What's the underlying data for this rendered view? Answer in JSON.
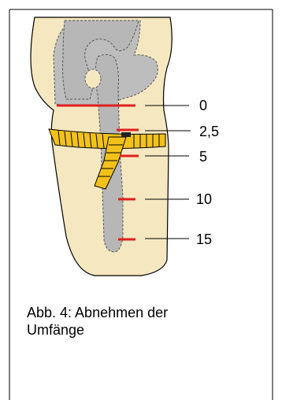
{
  "figure": {
    "measure_labels": [
      "0",
      "2,5",
      "5",
      "10",
      "15"
    ],
    "caption_line1": "Abb. 4: Abnehmen der",
    "caption_line2": "Umfänge"
  },
  "colors": {
    "skin": "#f5e8c0",
    "bone": "#b7b7b7",
    "tape": "#f2c21b",
    "marker": "#e02020",
    "outline": "#000000"
  }
}
